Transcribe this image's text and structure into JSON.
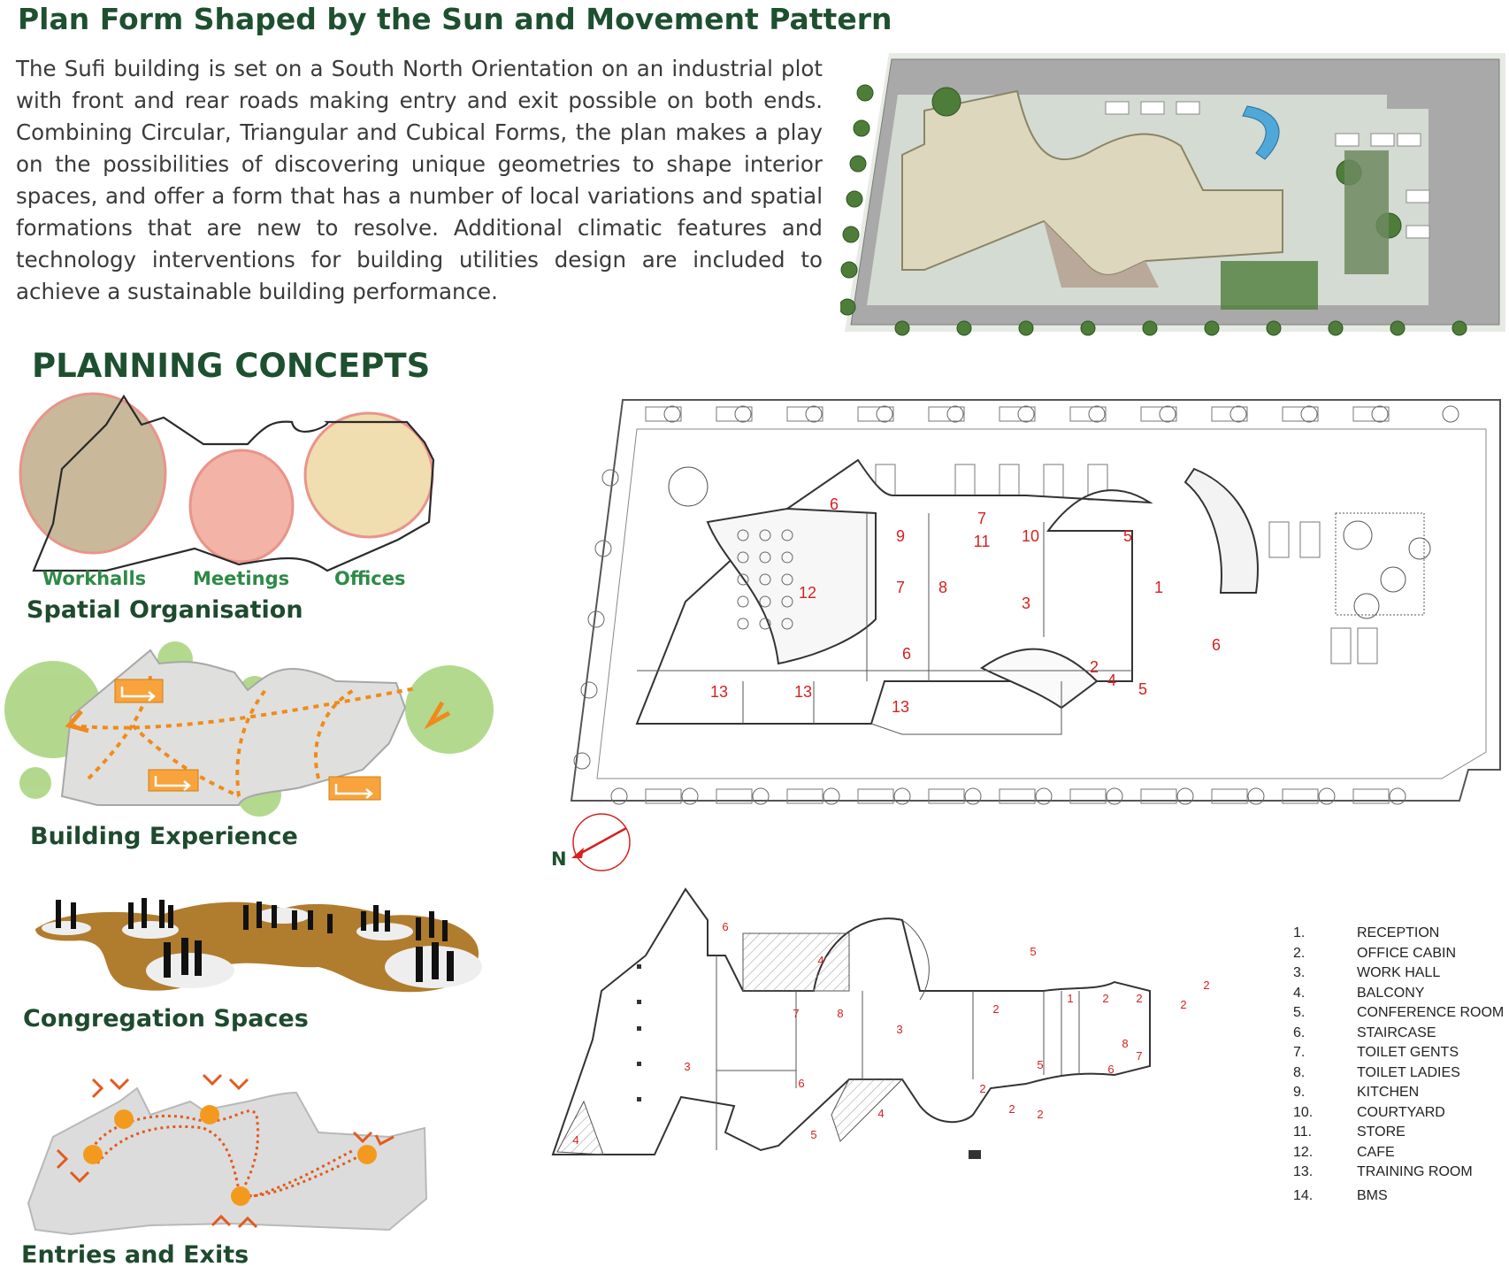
{
  "header": {
    "title": "Plan Form Shaped by the Sun and Movement Pattern",
    "intro": "The Sufi building is set on a South North Orientation on an industrial plot with front and rear roads making entry and exit possible on both ends. Combining Circular, Triangular and Cubical Forms, the plan makes a play on the possibilities of discovering unique geometries to shape interior spaces, and offer a form that has a number of local variations and spatial formations that are new to resolve.  Additional climatic features and technology interventions for building utilities design are included to achieve a sustainable building performance."
  },
  "concepts": {
    "title": "PLANNING CONCEPTS",
    "zones": [
      "Workhalls",
      "Meetings",
      "Offices"
    ],
    "captions": {
      "spatial": "Spatial Organisation",
      "experience": "Building Experience",
      "congregation": "Congregation Spaces",
      "entries": "Entries and Exits"
    }
  },
  "compass": {
    "label": "N"
  },
  "ground_plan_labels": [
    "6",
    "9",
    "7",
    "11",
    "10",
    "5",
    "12",
    "7",
    "8",
    "3",
    "1",
    "6",
    "6",
    "2",
    "4",
    "5",
    "13",
    "13",
    "13"
  ],
  "upper_plan_labels": [
    "6",
    "4",
    "5",
    "7",
    "8",
    "3",
    "3",
    "1",
    "2",
    "2",
    "2",
    "2",
    "2",
    "8",
    "7",
    "6",
    "5",
    "6",
    "5",
    "4",
    "2",
    "2",
    "2",
    "4"
  ],
  "legend": {
    "numbers": [
      "1.",
      "2.",
      "3.",
      "4.",
      "5.",
      "6.",
      "7.",
      "8.",
      "9.",
      "10.",
      "11.",
      "12.",
      "13.",
      "14."
    ],
    "items": [
      "RECEPTION",
      "OFFICE CABIN",
      "WORK HALL",
      "BALCONY",
      "CONFERENCE ROOM",
      "STAIRCASE",
      "TOILET GENTS",
      "TOILET LADIES",
      "KITCHEN",
      "COURTYARD",
      "STORE",
      "CAFE",
      "TRAINING ROOM",
      "BMS"
    ]
  },
  "colors": {
    "heading_green": "#1e5030",
    "zone_green": "#2e8a46",
    "room_number_red": "#d62020",
    "movement_orange": "#f08a1c",
    "workhall_fill": "#c9b99a",
    "meeting_fill": "#f3b3a6",
    "office_fill": "#f0ddb0",
    "site_paving": "#a9a9a9",
    "landscape_green": "#4e7d3a"
  }
}
